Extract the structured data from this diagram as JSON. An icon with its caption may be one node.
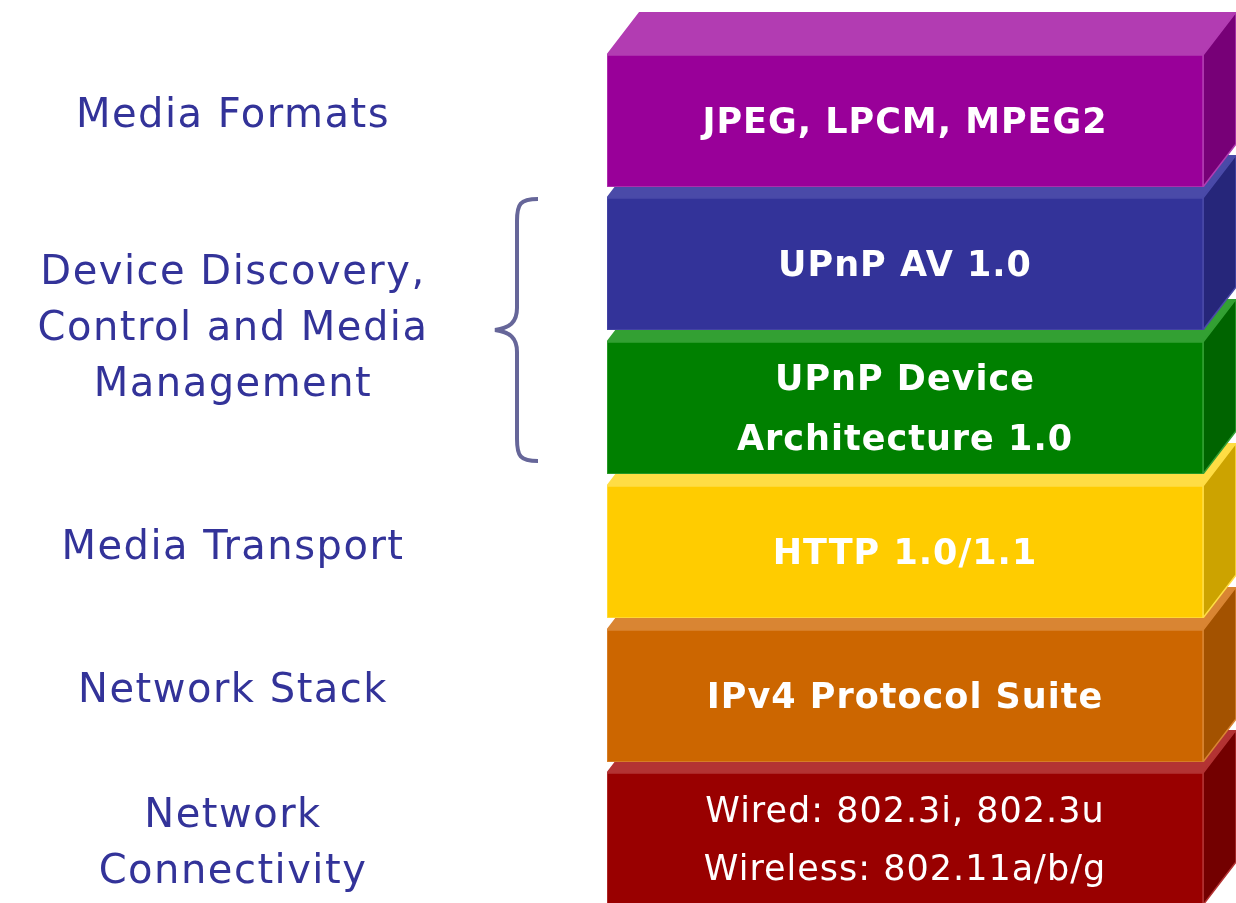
{
  "diagram": {
    "nodes": [
      {
        "text": [
          "JPEG, LPCM, MPEG2"
        ]
      },
      {
        "text": [
          "UPnP AV 1.0"
        ]
      },
      {
        "text": [
          "UPnP Device Architecture 1.0"
        ]
      },
      {
        "text": [
          "HTTP 1.0/1.1"
        ]
      },
      {
        "text": [
          "IPv4 Protocol Suite"
        ]
      },
      {
        "text": [
          "Wired: 802.3i, 802.3u",
          "Wireless: 802.11a/b/g"
        ]
      }
    ],
    "edges": [],
    "labels": [
      "Media Formats",
      "Device Discovery, Control and Media Management",
      "Media Transport",
      "Network Stack",
      "Network Connectivity"
    ]
  }
}
